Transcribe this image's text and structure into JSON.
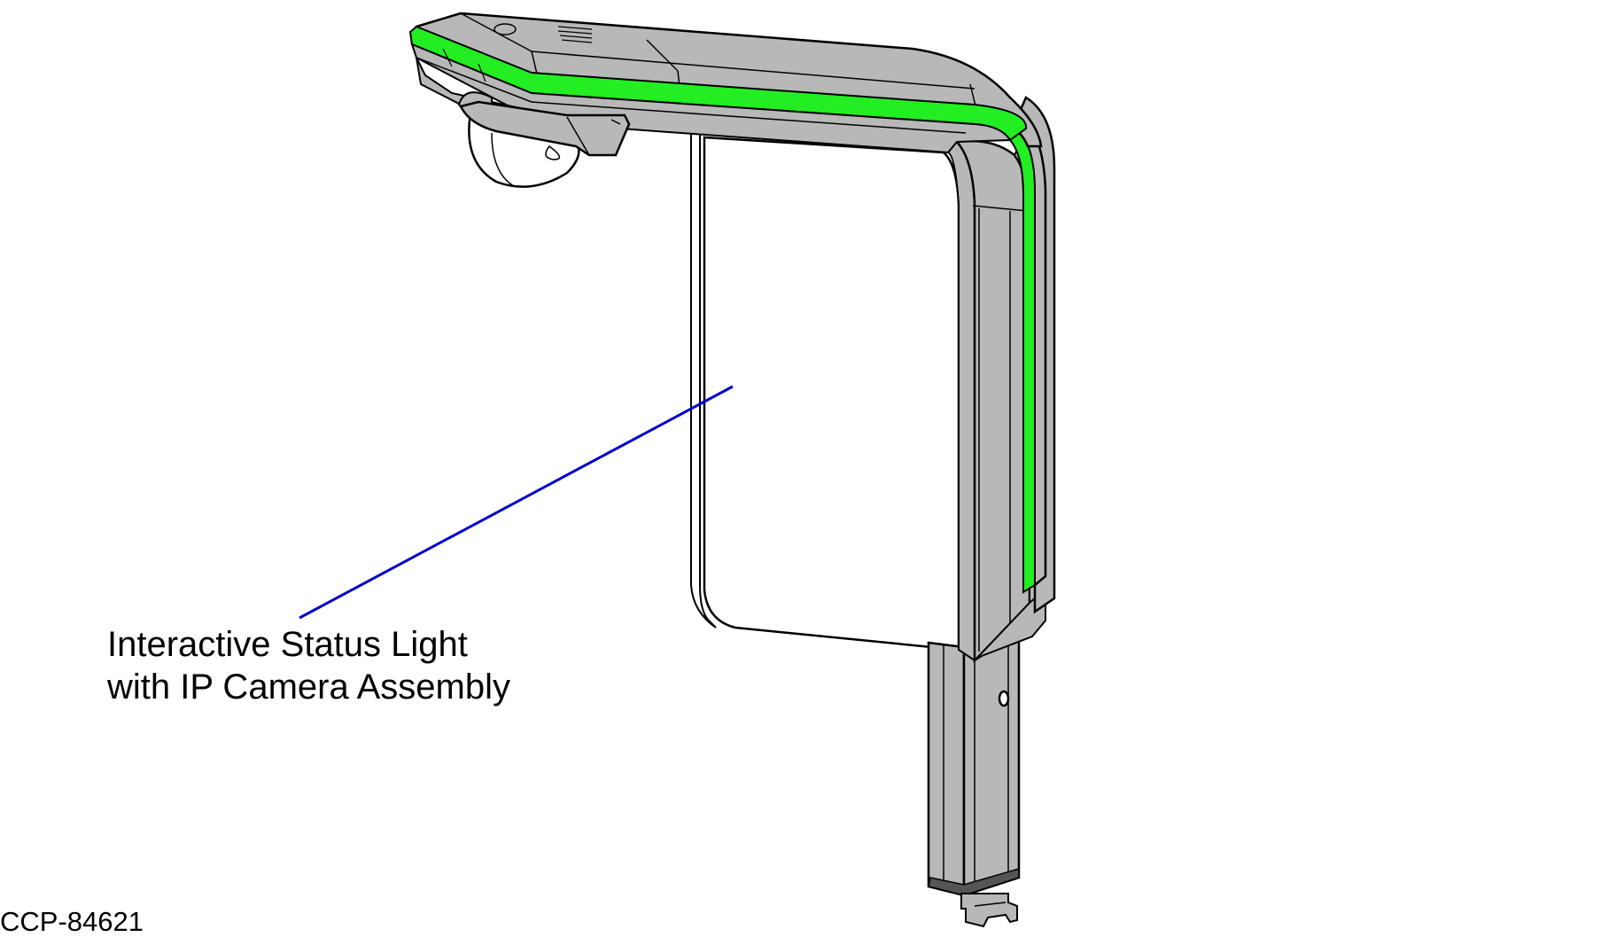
{
  "callout": {
    "line1": "Interactive Status Light",
    "line2": "with IP Camera Assembly"
  },
  "figure_id": "CCP-84621",
  "colors": {
    "housing": "#b8b8b8",
    "status_light": "#22ee22",
    "leader_line": "#0000cc",
    "outline": "#000000",
    "panel": "#ffffff"
  },
  "icons": {
    "camera": "dome-camera-icon"
  }
}
